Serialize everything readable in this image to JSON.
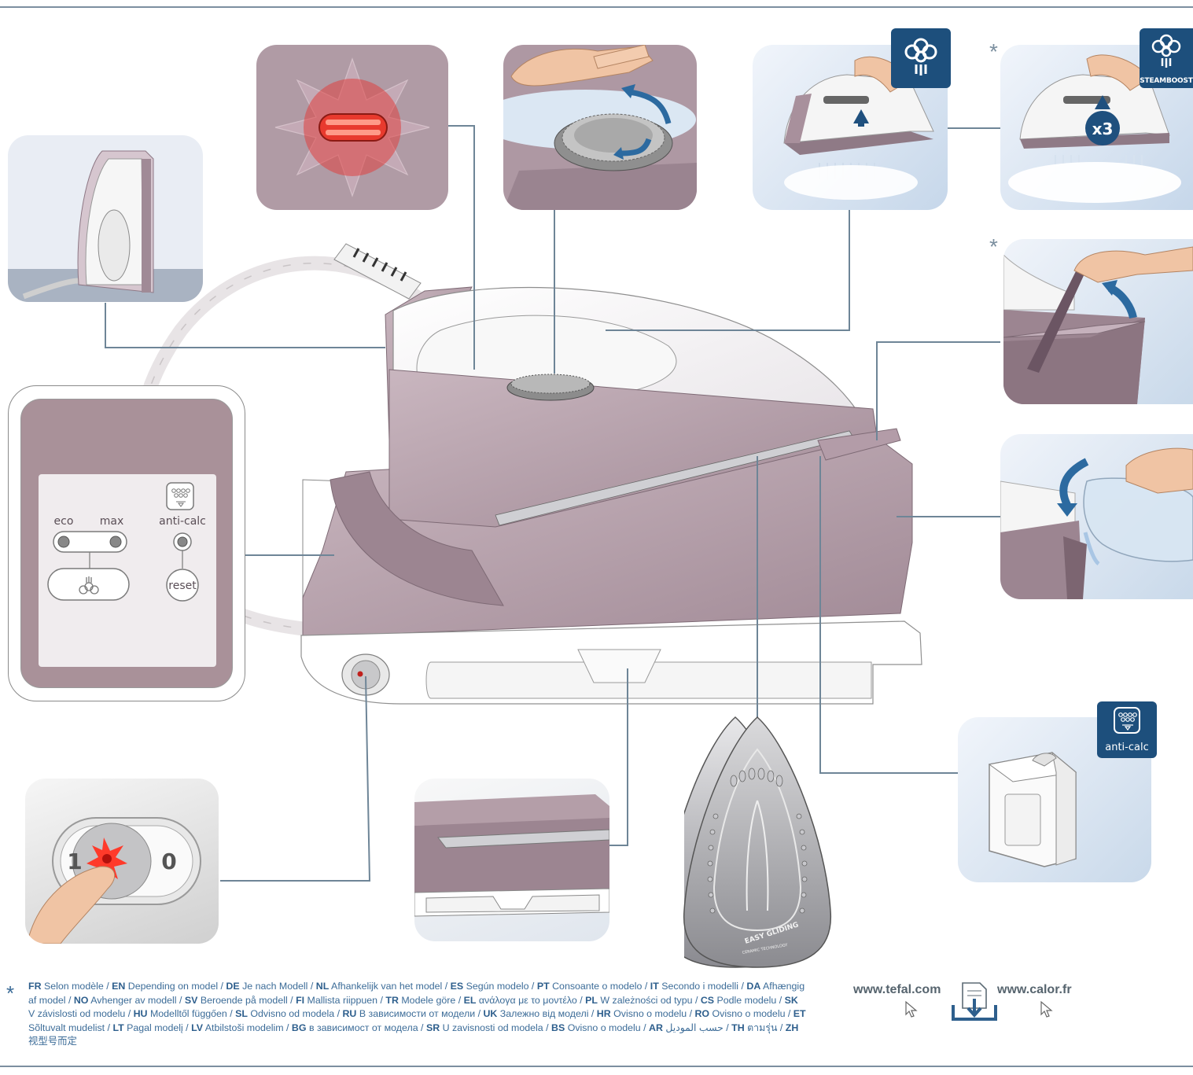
{
  "control_panel": {
    "eco_label": "eco",
    "max_label": "max",
    "anticalc_label": "anti-calc",
    "reset_label": "reset"
  },
  "badges": {
    "steamboost_label": "STEAMBOOST",
    "anticalc_label": "anti-calc",
    "steam_count_label": "x3",
    "optional_mark": "*"
  },
  "switch": {
    "on_label": "1",
    "off_label": "0"
  },
  "soleplate": {
    "brand_text": "EASY GLIDING",
    "tech_text": "CERAMIC TECHNOLOGY"
  },
  "footer": {
    "asterisk": "*",
    "note_segments": [
      {
        "code": "FR",
        "text": "Selon modèle"
      },
      {
        "code": "EN",
        "text": "Depending on model"
      },
      {
        "code": "DE",
        "text": "Je nach Modell"
      },
      {
        "code": "NL",
        "text": "Afhankelijk van het model"
      },
      {
        "code": "ES",
        "text": "Según modelo"
      },
      {
        "code": "PT",
        "text": "Consoante o modelo"
      },
      {
        "code": "IT",
        "text": "Secondo i modelli"
      },
      {
        "code": "DA",
        "text": "Afhængig af model"
      },
      {
        "code": "NO",
        "text": "Avhenger av modell"
      },
      {
        "code": "SV",
        "text": "Beroende på modell"
      },
      {
        "code": "FI",
        "text": "Mallista riippuen"
      },
      {
        "code": "TR",
        "text": "Modele göre"
      },
      {
        "code": "EL",
        "text": "ανάλογα με το μοντέλο"
      },
      {
        "code": "PL",
        "text": "W zależności od typu"
      },
      {
        "code": "CS",
        "text": "Podle modelu"
      },
      {
        "code": "SK",
        "text": "V závislosti od modelu"
      },
      {
        "code": "HU",
        "text": "Modelltől függően"
      },
      {
        "code": "SL",
        "text": "Odvisno od modela"
      },
      {
        "code": "RU",
        "text": "В зависимости от модели"
      },
      {
        "code": "UK",
        "text": "Залежно від моделі"
      },
      {
        "code": "HR",
        "text": "Ovisno o modelu"
      },
      {
        "code": "RO",
        "text": "Ovisno o modelu"
      },
      {
        "code": "ET",
        "text": "Sõltuvalt mudelist"
      },
      {
        "code": "LT",
        "text": "Pagal modelį"
      },
      {
        "code": "LV",
        "text": "Atbilstoši modelim"
      },
      {
        "code": "BG",
        "text": "в зависимост от модела"
      },
      {
        "code": "SR",
        "text": "U zavisnosti od modela"
      },
      {
        "code": "BS",
        "text": "Ovisno o modelu"
      },
      {
        "code": "AR",
        "text": "حسب الموديل"
      },
      {
        "code": "TH",
        "text": "ตามรุ่น"
      },
      {
        "code": "ZH",
        "text": "视型号而定"
      }
    ],
    "website_1": "www.tefal.com",
    "website_2": "www.calor.fr"
  },
  "colors": {
    "mauve": "#b49ea8",
    "mauve_dark": "#8b7480",
    "callout_line": "#6e8597",
    "badge_blue": "#1d4f7c",
    "light_red": "#e8312a"
  }
}
